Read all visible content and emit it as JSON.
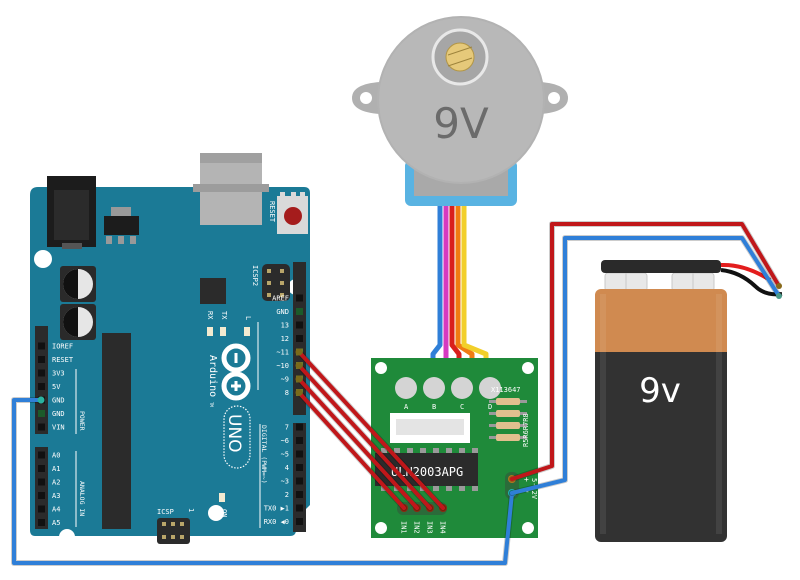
{
  "diagram": {
    "title": "Arduino UNO stepper motor wiring with ULN2003 driver and 9V battery",
    "motor": {
      "label": "9V",
      "wire_colors": [
        "#2f7fd8",
        "#d63ac0",
        "#d9201c",
        "#f07c12",
        "#f2cf2a"
      ]
    },
    "arduino": {
      "brand": "Arduino",
      "trademark": "TM",
      "model": "UNO",
      "reset_label": "RESET",
      "icsp2_label": "ICSP2",
      "icsp_label": "ICSP",
      "icsp_pin1": "1",
      "on_label": "ON",
      "tx_label": "TX",
      "rx_label": "RX",
      "l_label": "L",
      "power_group_label": "POWER",
      "analog_group_label": "ANALOG IN",
      "digital_group_label": "DIGITAL (PWM=~)",
      "power_pins": [
        "IOREF",
        "RESET",
        "3V3",
        "5V",
        "GND",
        "GND",
        "VIN"
      ],
      "analog_pins": [
        "A0",
        "A1",
        "A2",
        "A3",
        "A4",
        "A5"
      ],
      "digital_top_pins": [
        "AREF",
        "GND",
        "13",
        "12",
        "~11",
        "~10",
        "~9",
        "8"
      ],
      "digital_bottom_pins": [
        "7",
        "~6",
        "~5",
        "4",
        "~3",
        "2",
        "TX0 ▶1",
        "RX0 ◀0"
      ],
      "colors": {
        "board": "#1b7a96",
        "header": "#2b2b2b",
        "reset": "#a51c1c"
      }
    },
    "driver": {
      "chip_label": "ULN2003APG",
      "resistor_label": "R5R6R7R8",
      "led_label": "X113647",
      "led_letters": [
        "A",
        "B",
        "C",
        "D"
      ],
      "input_pins": [
        "IN1",
        "IN2",
        "IN3",
        "IN4"
      ],
      "power_pins": [
        "+",
        "-"
      ],
      "power_label": "5-12V",
      "colors": {
        "board": "#1f8a3a"
      }
    },
    "battery": {
      "label": "9v",
      "colors": {
        "top": "#d08a50",
        "body": "#323232"
      }
    },
    "wires": {
      "signal_color": "#c0171a",
      "ground_color": "#2f7fd8",
      "power_color": "#c0171a",
      "connections": [
        {
          "from": "Arduino ~11",
          "to": "ULN2003 IN4"
        },
        {
          "from": "Arduino ~10",
          "to": "ULN2003 IN3"
        },
        {
          "from": "Arduino ~9",
          "to": "ULN2003 IN2"
        },
        {
          "from": "Arduino 8",
          "to": "ULN2003 IN1"
        },
        {
          "from": "Arduino GND",
          "to": "ULN2003 -"
        },
        {
          "from": "Battery +",
          "to": "ULN2003 +"
        },
        {
          "from": "Battery -",
          "to": "ULN2003 -"
        }
      ]
    }
  }
}
